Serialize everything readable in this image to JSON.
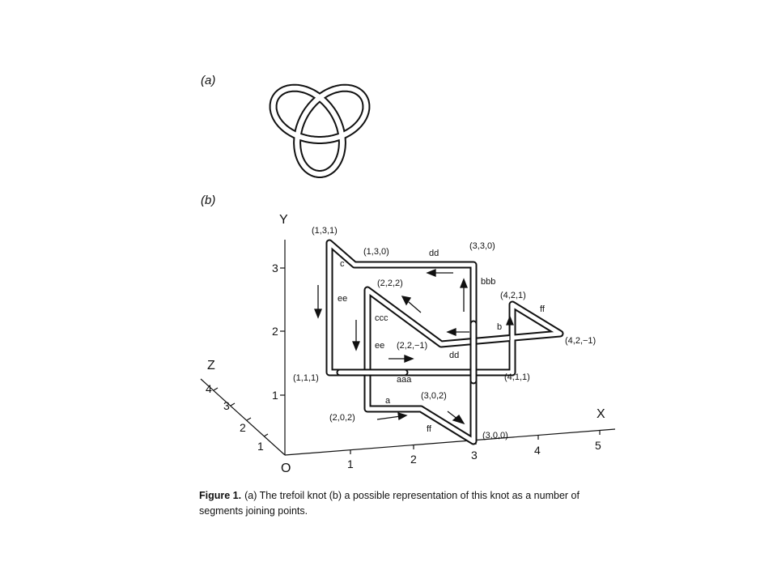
{
  "panel_a_label": "(a)",
  "panel_b_label": "(b)",
  "axes": {
    "x": "X",
    "y": "Y",
    "z": "Z",
    "origin": "O"
  },
  "x_ticks": [
    "1",
    "2",
    "3",
    "4",
    "5"
  ],
  "y_ticks": [
    "1",
    "2",
    "3"
  ],
  "z_ticks": [
    "1",
    "2",
    "3",
    "4"
  ],
  "point_labels": {
    "p131": "(1,3,1)",
    "p130": "(1,3,0)",
    "p330": "(3,3,0)",
    "p222": "(2,2,2)",
    "p421": "(4,2,1)",
    "p42m1": "(4,2,−1)",
    "p22m1": "(2,2,−1)",
    "p111": "(1,1,1)",
    "p411": "(4,1,1)",
    "p302": "(3,0,2)",
    "p202": "(2,0,2)",
    "p300": "(3,0,0)"
  },
  "segment_labels": {
    "dd_top": "dd",
    "c": "c",
    "bbb": "bbb",
    "ff_right": "ff",
    "b": "b",
    "ee_left": "ee",
    "ccc": "ccc",
    "ee_inner": "ee",
    "dd_mid": "dd",
    "aaa": "aaa",
    "a": "a",
    "ff_bottom": "ff"
  },
  "caption": {
    "head": "Figure 1.",
    "text": "(a) The trefoil knot (b) a possible representation of this knot as a number of segments joining points."
  }
}
